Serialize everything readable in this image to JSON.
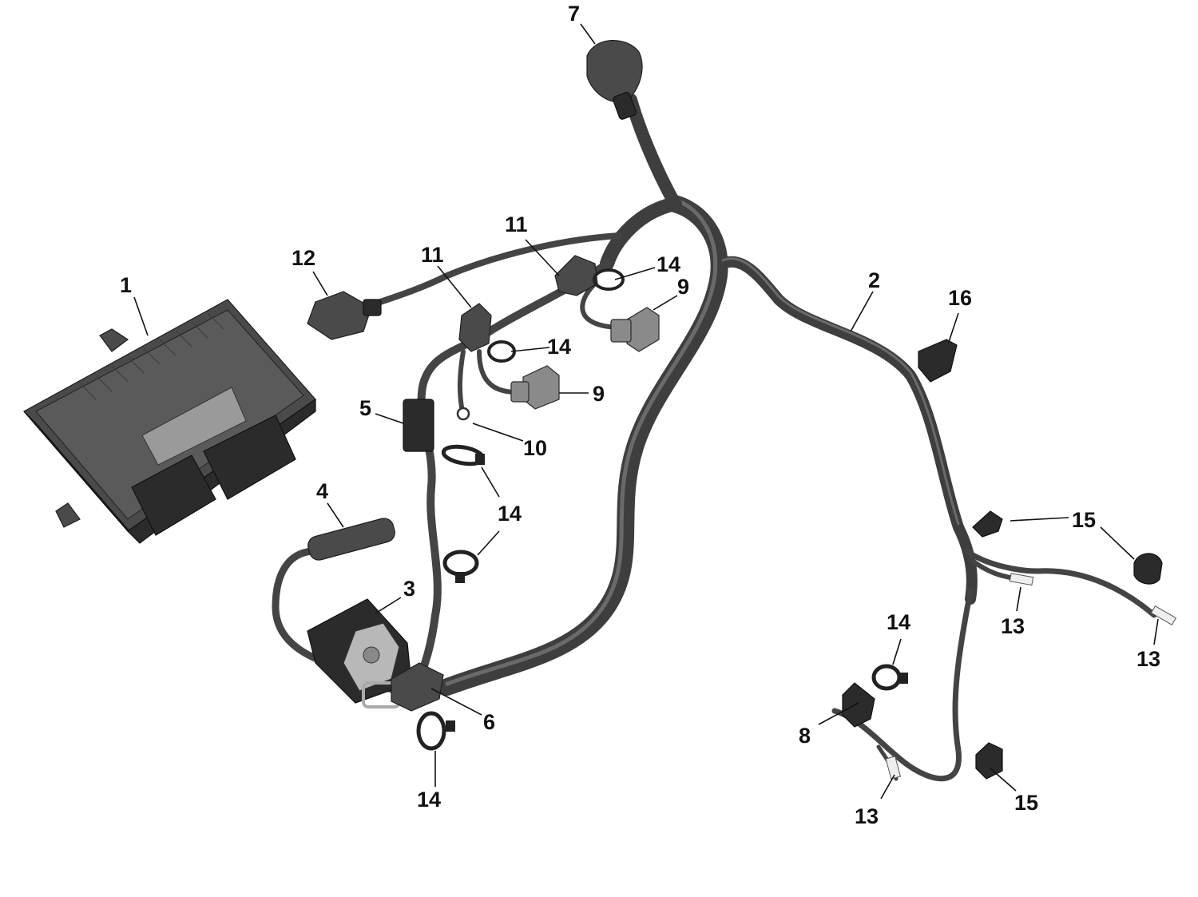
{
  "callouts": [
    {
      "id": "c1",
      "label": "1"
    },
    {
      "id": "c2",
      "label": "2"
    },
    {
      "id": "c3",
      "label": "3"
    },
    {
      "id": "c4",
      "label": "4"
    },
    {
      "id": "c5",
      "label": "5"
    },
    {
      "id": "c6",
      "label": "6"
    },
    {
      "id": "c7",
      "label": "7"
    },
    {
      "id": "c8",
      "label": "8"
    },
    {
      "id": "c9a",
      "label": "9"
    },
    {
      "id": "c9b",
      "label": "9"
    },
    {
      "id": "c10",
      "label": "10"
    },
    {
      "id": "c11a",
      "label": "11"
    },
    {
      "id": "c11b",
      "label": "11"
    },
    {
      "id": "c12",
      "label": "12"
    },
    {
      "id": "c13a",
      "label": "13"
    },
    {
      "id": "c13b",
      "label": "13"
    },
    {
      "id": "c13c",
      "label": "13"
    },
    {
      "id": "c14a",
      "label": "14"
    },
    {
      "id": "c14b",
      "label": "14"
    },
    {
      "id": "c14c",
      "label": "14"
    },
    {
      "id": "c14d",
      "label": "14"
    },
    {
      "id": "c14e",
      "label": "14"
    },
    {
      "id": "c14f",
      "label": "14"
    },
    {
      "id": "c15a",
      "label": "15"
    },
    {
      "id": "c15b",
      "label": "15"
    },
    {
      "id": "c16",
      "label": "16"
    }
  ]
}
